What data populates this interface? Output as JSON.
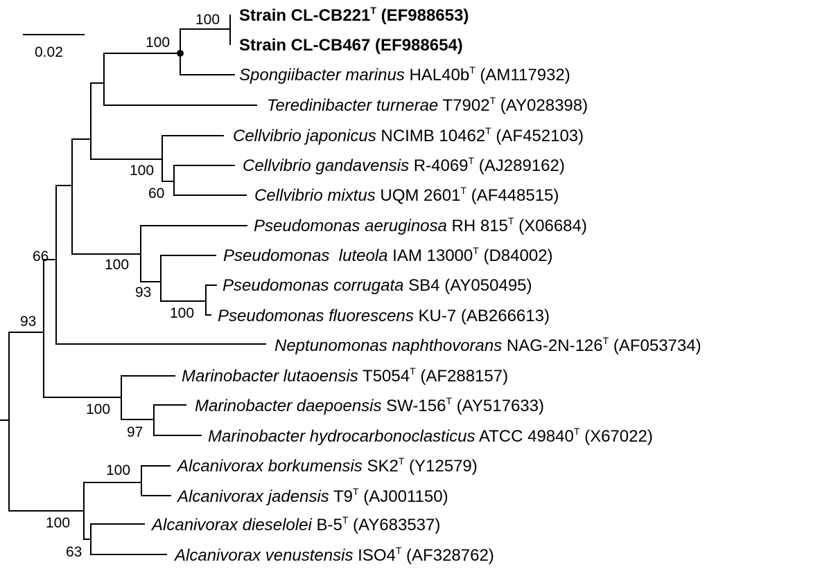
{
  "scale_bar": {
    "label": "0.02"
  },
  "bootstrap_values": {
    "b_cb221_cb467": "100",
    "b_spongiibacter": "100",
    "b_cellvibrio": "100",
    "b_cellvibrio_gm": "60",
    "b_pseudomonas": "100",
    "b_pseudomonas_lcf": "93",
    "b_pseudomonas_cf": "100",
    "b_clade66": "66",
    "b_clade93": "93",
    "b_marinobacter": "100",
    "b_marinobacter_dh": "97",
    "b_alcanivorax_bj": "100",
    "b_alcanivorax": "100",
    "b_alcanivorax_dv": "63"
  },
  "taxa": [
    {
      "prefix": "Strain CL-CB221",
      "sup": "T",
      "rest": " (EF988653)",
      "bold": true
    },
    {
      "prefix": "Strain CL-CB467",
      "rest": " (EF988654)",
      "bold": true
    },
    {
      "species": "Spongiibacter marinus",
      "strain": " HAL40b",
      "sup": "T",
      "rest": " (AM117932)"
    },
    {
      "species": "Teredinibacter turnerae",
      "strain": " T7902",
      "sup": "T",
      "rest": " (AY028398)"
    },
    {
      "species": "Cellvibrio japonicus",
      "strain": " NCIMB 10462",
      "sup": "T",
      "rest": " (AF452103)"
    },
    {
      "species": "Cellvibrio gandavensis",
      "strain": " R-4069",
      "sup": "T",
      "rest": " (AJ289162)"
    },
    {
      "species": "Cellvibrio mixtus",
      "strain": " UQM 2601",
      "sup": "T",
      "rest": " (AF448515)"
    },
    {
      "species": "Pseudomonas aeruginosa",
      "strain": " RH 815",
      "sup": "T",
      "rest": " (X06684)"
    },
    {
      "species": "Pseudomonas  luteola",
      "strain": " IAM 13000",
      "sup": "T",
      "rest": " (D84002)"
    },
    {
      "species": "Pseudomonas corrugata",
      "strain": " SB4",
      "rest": " (AY050495)"
    },
    {
      "species": "Pseudomonas fluorescens",
      "strain": " KU-7",
      "rest": " (AB266613)"
    },
    {
      "species": "Neptunomonas naphthovorans",
      "strain": " NAG-2N-126",
      "sup": "T",
      "rest": " (AF053734)"
    },
    {
      "species": "Marinobacter lutaoensis",
      "strain": " T5054",
      "sup": "T",
      "rest": " (AF288157)"
    },
    {
      "species": "Marinobacter daepoensis",
      "strain": " SW-156",
      "sup": "T",
      "rest": " (AY517633)"
    },
    {
      "species": "Marinobacter hydrocarbonoclasticus",
      "strain": " ATCC 49840",
      "sup": "T",
      "rest": " (X67022)"
    },
    {
      "species": "Alcanivorax borkumensis",
      "strain": " SK2",
      "sup": "T",
      "rest": " (Y12579)"
    },
    {
      "species": "Alcanivorax jadensis",
      "strain": " T9",
      "sup": "T",
      "rest": " (AJ001150)"
    },
    {
      "species": "Alcanivorax dieselolei",
      "strain": " B-5",
      "sup": "T",
      "rest": " (AY683537)"
    },
    {
      "species": "Alcanivorax venustensis",
      "strain": " ISO4",
      "sup": "T",
      "rest": " (AF328762)"
    }
  ]
}
